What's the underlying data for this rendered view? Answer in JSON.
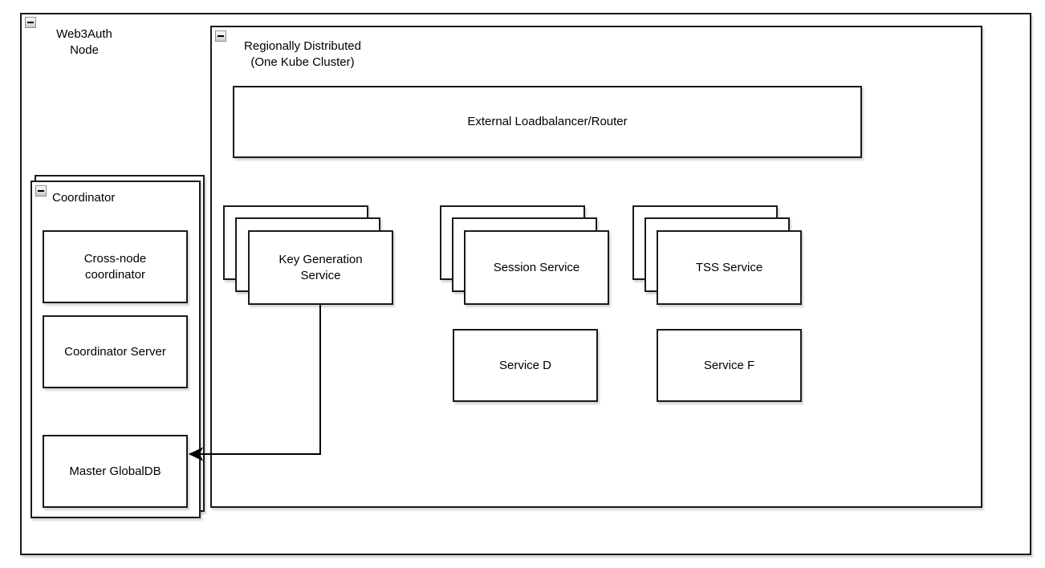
{
  "canvas": {
    "background": "#ffffff"
  },
  "colors": {
    "stroke": "#000000",
    "fill": "#ffffff",
    "shadow": "#cccccc",
    "collapse_button_bg": "#d9d9d9"
  },
  "icons": {
    "collapse": "minus-icon"
  },
  "nodes": {
    "web3auth_node": {
      "label": "Web3Auth\nNode",
      "collapsible": true
    },
    "regional_cluster": {
      "label": "Regionally Distributed\n(One Kube Cluster)",
      "collapsible": true
    },
    "external_loadbalancer": {
      "label": "External Loadbalancer/Router"
    },
    "key_generation_service": {
      "label": "Key Generation\nService",
      "stacked_copies": 3
    },
    "session_service": {
      "label": "Session Service",
      "stacked_copies": 3
    },
    "tss_service": {
      "label": "TSS Service",
      "stacked_copies": 3
    },
    "service_d": {
      "label": "Service D"
    },
    "service_f": {
      "label": "Service F"
    },
    "coordinator": {
      "label": "Coordinator",
      "collapsible": true
    },
    "cross_node_coordinator": {
      "label": "Cross-node\ncoordinator"
    },
    "coordinator_server": {
      "label": "Coordinator Server"
    },
    "master_globaldb": {
      "label": "Master GlobalDB"
    }
  },
  "edges": [
    {
      "from": "Key Generation Service",
      "to": "Master GlobalDB",
      "style": "orthogonal",
      "arrowhead": "target"
    }
  ]
}
